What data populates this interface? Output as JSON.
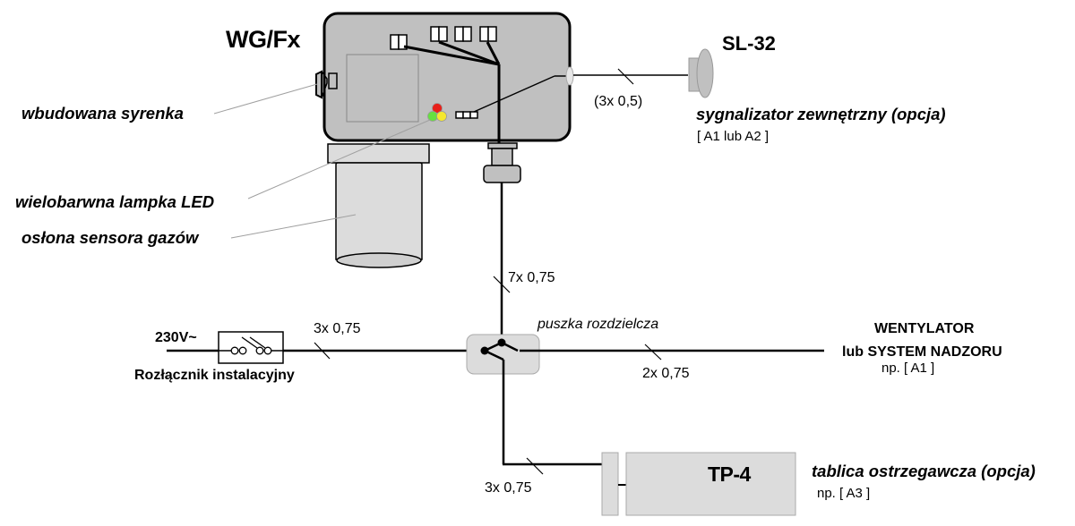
{
  "device": {
    "name": "WG/Fx",
    "callouts": {
      "siren": "wbudowana syrenka",
      "led": "wielobarwna lampka LED",
      "sensor_cover": "osłona sensora gazów"
    },
    "led_colors": {
      "red": "#e8201a",
      "green": "#66e040",
      "yellow": "#f5e830"
    }
  },
  "external_signaller": {
    "name": "SL-32",
    "description": "sygnalizator zewnętrzny (opcja)",
    "outputs": "[ A1 lub A2 ]",
    "cable": "(3x 0,5)"
  },
  "main_cable": {
    "label": "7x 0,75"
  },
  "junction_box": {
    "label": "puszka rozdzielcza"
  },
  "power": {
    "voltage": "230V~",
    "switch_label": "Rozłącznik instalacyjny",
    "cable": "3x 0,75"
  },
  "fan": {
    "line1": "WENTYLATOR",
    "line2": "lub SYSTEM NADZORU",
    "outputs": "np. [ A1 ]",
    "cable": "2x 0,75"
  },
  "warning_panel": {
    "name": "TP-4",
    "description": "tablica ostrzegawcza (opcja)",
    "outputs": "np. [ A3 ]",
    "cable": "3x 0,75"
  },
  "colors": {
    "device_body": "#c0c0c0",
    "light_grey": "#dcdcdc",
    "wire": "#000000",
    "leader": "#a0a0a0"
  }
}
